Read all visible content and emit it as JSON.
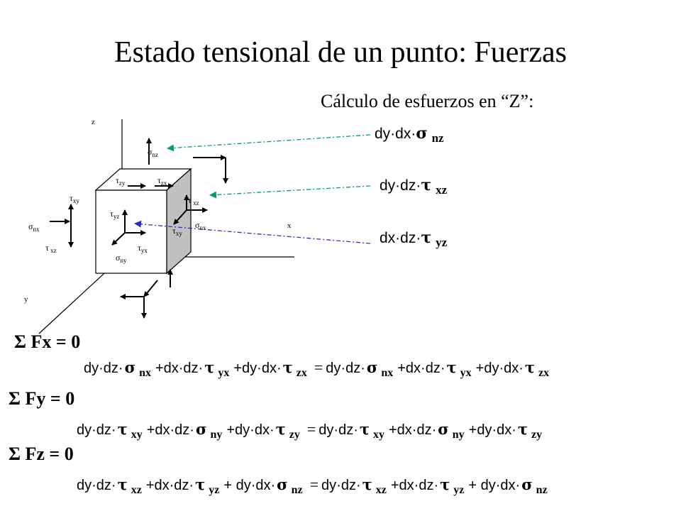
{
  "title": "Estado tensional de un punto: Fuerzas",
  "subtitle": "Cálculo de esfuerzos en “Z”:",
  "axes": {
    "z": "z",
    "x": "x",
    "y": "y"
  },
  "cube_labels": {
    "s_nz": {
      "sym": "σ",
      "sub": "nz"
    },
    "t_zy": {
      "sym": "τ",
      "sub": "zy"
    },
    "t_zx": {
      "sym": "τ",
      "sub": "zx"
    },
    "t_xy_left": {
      "sym": "τ",
      "sub": "xy"
    },
    "t_xz_right": {
      "sym": "τ",
      "sub": " xz"
    },
    "s_nx_left": {
      "sym": "σ",
      "sub": "nx"
    },
    "t_yz": {
      "sym": "τ",
      "sub": "yz"
    },
    "s_nx_right": {
      "sym": "σ",
      "sub": "nx"
    },
    "t_xy_right": {
      "sym": "τ",
      "sub": "xy"
    },
    "t_xz_left": {
      "sym": "τ",
      "sub": " xz"
    },
    "s_ny": {
      "sym": "σ",
      "sub": "ny"
    },
    "t_yx": {
      "sym": "τ",
      "sub": "yx"
    }
  },
  "force_labels": [
    {
      "pre": "dy·dx·",
      "sym": "σ",
      "sub": "nz"
    },
    {
      "pre": "dy·dz·",
      "sym": "τ",
      "sub": "xz"
    },
    {
      "pre": "dx·dz·",
      "sym": "τ",
      "sub": "yz"
    }
  ],
  "equations": [
    {
      "heading": "Σ Fx = 0",
      "terms_left": [
        {
          "pre": "dy·dz·",
          "sym": "σ",
          "sub": "nx"
        },
        {
          "pre": "+dx·dz·",
          "sym": "τ",
          "sub": "yx"
        },
        {
          "pre": "+dy·dx·",
          "sym": "τ",
          "sub": "zx"
        }
      ],
      "equals": "=",
      "terms_right": [
        {
          "pre": "dy·dz·",
          "sym": "σ",
          "sub": "nx"
        },
        {
          "pre": "+dx·dz·",
          "sym": "τ",
          "sub": "yx"
        },
        {
          "pre": "+dy·dx·",
          "sym": "τ",
          "sub": "zx"
        }
      ]
    },
    {
      "heading": "Σ Fy = 0",
      "terms_left": [
        {
          "pre": "dy·dz·",
          "sym": "τ",
          "sub": "xy"
        },
        {
          "pre": "+dx·dz·",
          "sym": "σ",
          "sub": "ny"
        },
        {
          "pre": "+dy·dx·",
          "sym": "τ",
          "sub": "zy"
        }
      ],
      "equals": "=",
      "terms_right": [
        {
          "pre": "dy·dz·",
          "sym": "τ",
          "sub": "xy"
        },
        {
          "pre": "+dx·dz·",
          "sym": "σ",
          "sub": "ny"
        },
        {
          "pre": "+dy·dx·",
          "sym": "τ",
          "sub": "zy"
        }
      ]
    },
    {
      "heading": "Σ Fz = 0",
      "terms_left": [
        {
          "pre": "dy·dz·",
          "sym": "τ",
          "sub": "xz"
        },
        {
          "pre": "+dx·dz·",
          "sym": "τ",
          "sub": "yz"
        },
        {
          "pre": "+ dy·dx·",
          "sym": "σ",
          "sub": "nz"
        }
      ],
      "equals": "=",
      "terms_right": [
        {
          "pre": "dy·dz·",
          "sym": "τ",
          "sub": "xz"
        },
        {
          "pre": "+dx·dz·",
          "sym": "τ",
          "sub": "yz"
        },
        {
          "pre": "+ dy·dx·",
          "sym": "σ",
          "sub": "nz"
        }
      ]
    }
  ],
  "colors": {
    "cube_side": "#c0c0c0",
    "arrow_green": "#00a060",
    "arrow_blue": "#3030c0"
  }
}
